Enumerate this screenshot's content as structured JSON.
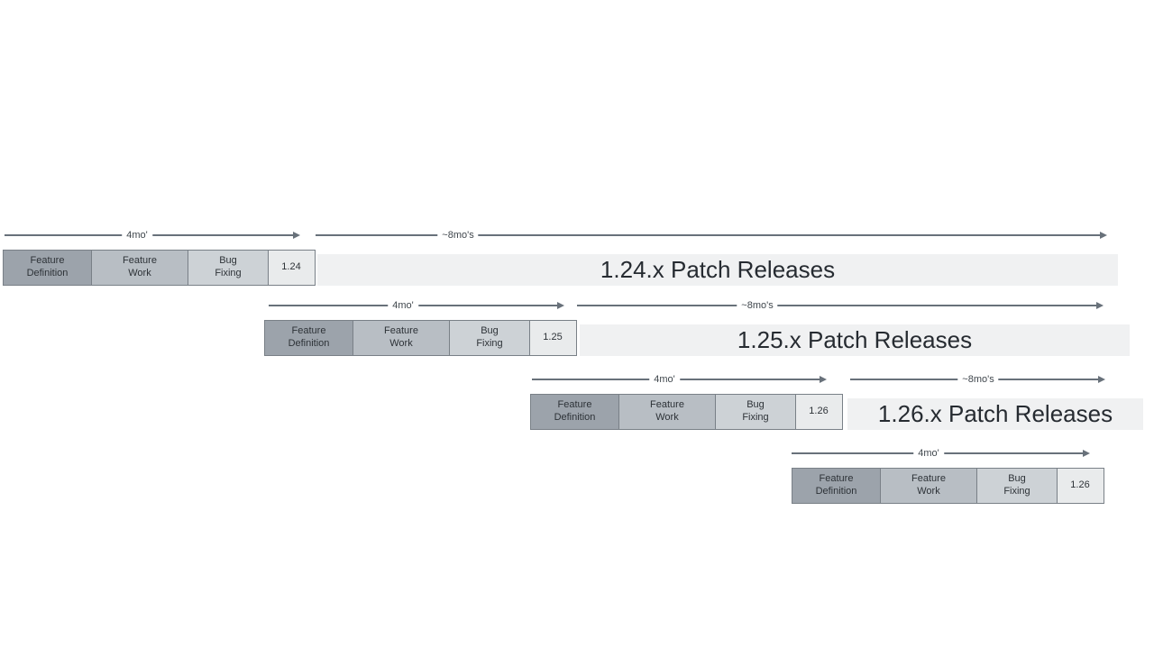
{
  "labels": {
    "feature_definition": "Feature Definition",
    "feature_work": "Feature Work",
    "bug_fixing": "Bug Fixing",
    "cycle_duration": "4mo'",
    "patch_duration": "~8mo's"
  },
  "rows": [
    {
      "version": "1.24",
      "patch_releases": "1.24.x Patch Releases"
    },
    {
      "version": "1.25",
      "patch_releases": "1.25.x Patch Releases"
    },
    {
      "version": "1.26",
      "patch_releases": "1.26.x Patch Releases"
    },
    {
      "version": "1.26",
      "patch_releases": ""
    }
  ],
  "colors": {
    "background": "#ffffff",
    "feature_definition_fill": "#9ca3ab",
    "feature_work_fill": "#b8bec4",
    "bug_fixing_fill": "#cdd2d6",
    "version_fill": "#e9ebec",
    "patch_bar_fill": "#f0f1f2",
    "box_border": "#798087",
    "arrow": "#68717a",
    "box_text": "#2d3237",
    "patch_text": "#262b31",
    "duration_text": "#40474d"
  }
}
